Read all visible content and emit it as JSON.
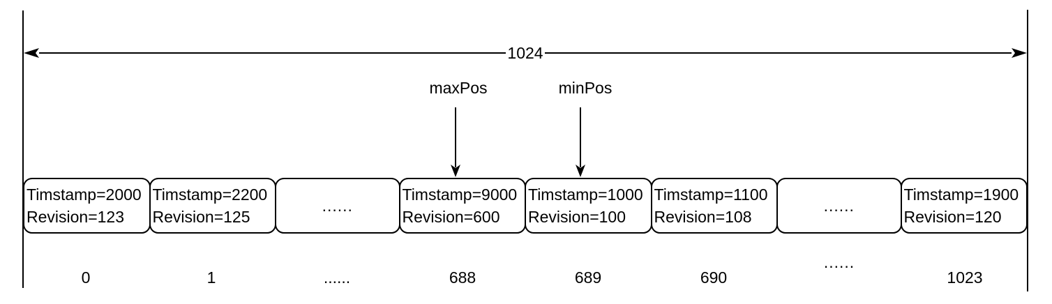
{
  "diagram": {
    "capacity_label": "1024",
    "pointers": {
      "max": {
        "label": "maxPos"
      },
      "min": {
        "label": "minPos"
      }
    },
    "boxes": [
      {
        "line1": "Timstamp=2000",
        "line2": "Revision=123"
      },
      {
        "line1": "Timstamp=2200",
        "line2": "Revision=125"
      },
      {
        "line1": "......",
        "line2": ""
      },
      {
        "line1": "Timstamp=9000",
        "line2": "Revision=600"
      },
      {
        "line1": "Timstamp=1000",
        "line2": "Revision=100"
      },
      {
        "line1": "Timstamp=1100",
        "line2": "Revision=108"
      },
      {
        "line1": "......",
        "line2": ""
      },
      {
        "line1": "Timstamp=1900",
        "line2": "Revision=120"
      }
    ],
    "indexes": [
      "0",
      "1",
      "......",
      "688",
      "689",
      "690",
      "......",
      "1023"
    ],
    "colors": {
      "stroke": "#000000",
      "background": "#ffffff"
    }
  }
}
